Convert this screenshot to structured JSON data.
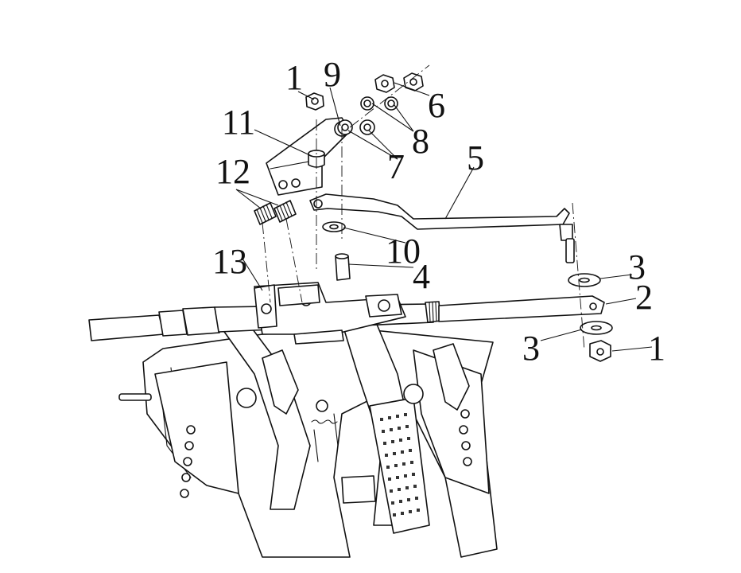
{
  "callouts": [
    {
      "id": "c1a",
      "label": "1"
    },
    {
      "id": "c9",
      "label": "9"
    },
    {
      "id": "c6",
      "label": "6"
    },
    {
      "id": "c8",
      "label": "8"
    },
    {
      "id": "c7",
      "label": "7"
    },
    {
      "id": "c11",
      "label": "11"
    },
    {
      "id": "c12",
      "label": "12"
    },
    {
      "id": "c5",
      "label": "5"
    },
    {
      "id": "c10",
      "label": "10"
    },
    {
      "id": "c4",
      "label": "4"
    },
    {
      "id": "c13",
      "label": "13"
    },
    {
      "id": "c3a",
      "label": "3"
    },
    {
      "id": "c2",
      "label": "2"
    },
    {
      "id": "c3b",
      "label": "3"
    },
    {
      "id": "c1b",
      "label": "1"
    }
  ]
}
